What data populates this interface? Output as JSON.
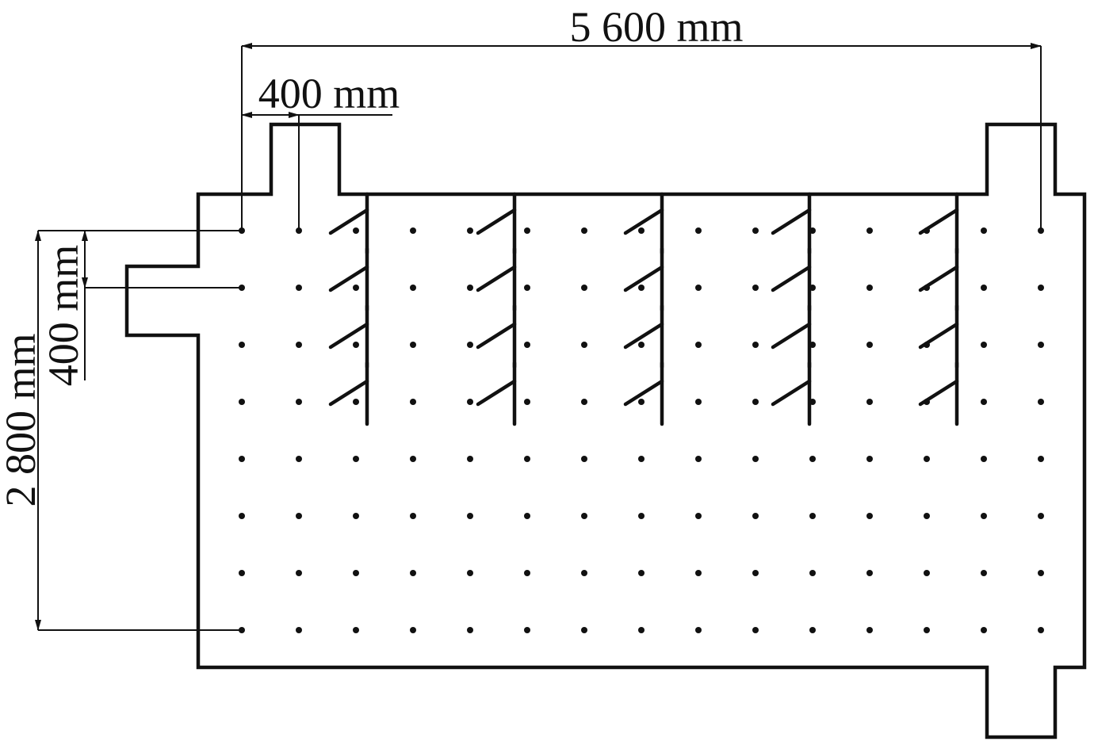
{
  "dimensions": {
    "overall_width": "5 600 mm",
    "column_spacing": "400 mm",
    "overall_height": "2 800 mm",
    "row_spacing": "400 mm"
  },
  "colors": {
    "line": "#111111",
    "background": "#ffffff"
  }
}
